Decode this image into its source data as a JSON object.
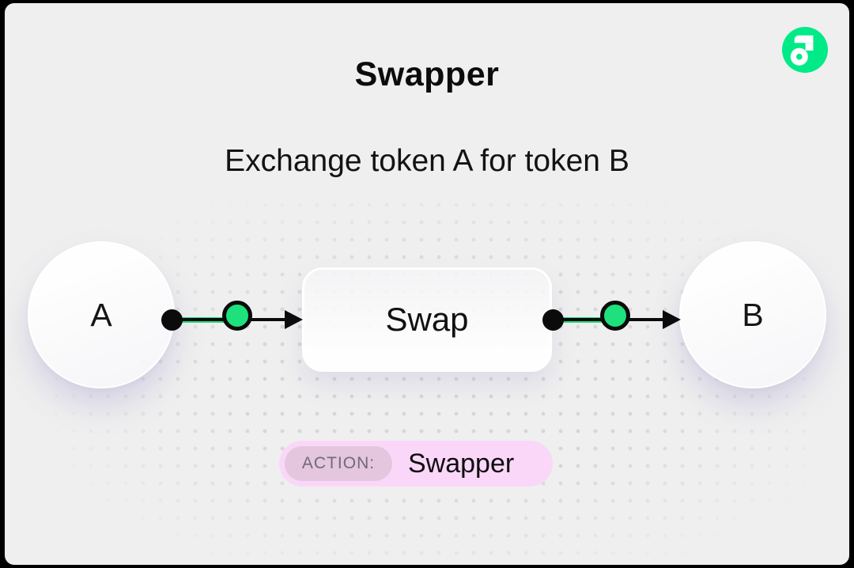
{
  "header": {
    "title": "Swapper",
    "subtitle": "Exchange token A for token B"
  },
  "logo": {
    "name": "flow-logo",
    "green": "#00ea88"
  },
  "diagram": {
    "nodes": [
      {
        "id": "token-a",
        "label": "A"
      },
      {
        "id": "swap",
        "label": "Swap"
      },
      {
        "id": "token-b",
        "label": "B"
      }
    ],
    "flow": "A -> Swap -> B",
    "accent_green": "#1ee07c",
    "edge_color": "#0b0b0b"
  },
  "action_badge": {
    "label": "ACTION:",
    "value": "Swapper",
    "badge_bg": "#fad7f8",
    "label_pill_bg": "#e4c6de",
    "label_color": "#6f6b7a"
  },
  "colors": {
    "frame": "#000000",
    "canvas_bg": "#efefef",
    "dot_grid": "#d8d6d6"
  }
}
